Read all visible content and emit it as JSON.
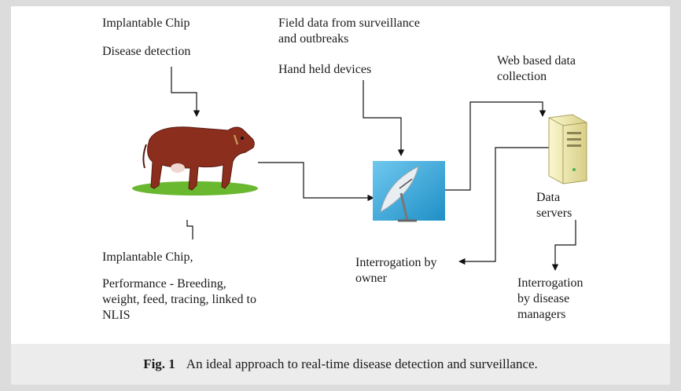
{
  "labels": {
    "implantable_chip_top": "Implantable Chip",
    "disease_detection": "Disease detection",
    "field_data": "Field data from surveillance\nand outbreaks",
    "hand_held": "Hand held devices",
    "web_based": "Web based data\ncollection",
    "data_servers": "Data\nservers",
    "implantable_chip_bottom": "Implantable Chip,",
    "performance": "Performance - Breeding,\nweight, feed, tracing, linked to\nNLIS",
    "interrogation_owner": "Interrogation by\nowner",
    "interrogation_managers": "Interrogation\nby disease\nmanagers"
  },
  "caption": {
    "fig": "Fig. 1",
    "text": "An ideal approach to real-time disease detection and surveillance."
  },
  "colors": {
    "cow": "#8b2e1e",
    "grass": "#6ab82f",
    "dish_bg": "#3aa7d8",
    "server": "#e6e0a0",
    "line": "#111111"
  },
  "icons": [
    "cow-icon",
    "satellite-dish-icon",
    "server-icon"
  ]
}
